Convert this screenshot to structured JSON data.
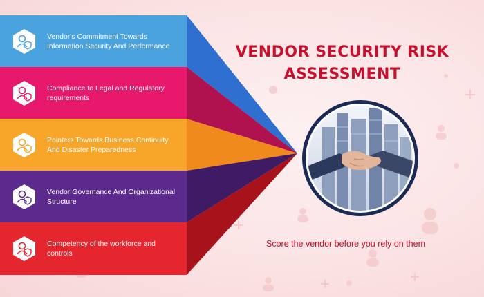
{
  "title_line1": "VENDOR SECURITY RISK",
  "title_line2": "ASSESSMENT",
  "tagline": "Score the vendor before you rely on them",
  "items": [
    {
      "text": "Vendor's Commitment Towards Information Security And Performance",
      "color": "#4aa3df",
      "dark": "#2f6fd0",
      "icon": "user-shield-icon"
    },
    {
      "text": "Compliance to Legal and Regulatory requirements",
      "color": "#e8196c",
      "dark": "#b0124f",
      "icon": "user-shield-icon"
    },
    {
      "text": "Pointers Towards Business Continuity And Disaster Preparedness",
      "color": "#f7a629",
      "dark": "#f08a1c",
      "icon": "user-shield-icon"
    },
    {
      "text": "Vendor Governance And Organizational Structure",
      "color": "#5b2a8c",
      "dark": "#3f1b66",
      "icon": "user-shield-icon"
    },
    {
      "text": "Competency of the workforce and controls",
      "color": "#e5262e",
      "dark": "#a8121a",
      "icon": "user-shield-icon"
    }
  ],
  "colors": {
    "accent": "#c8102e",
    "ring": "#1a2a55"
  }
}
